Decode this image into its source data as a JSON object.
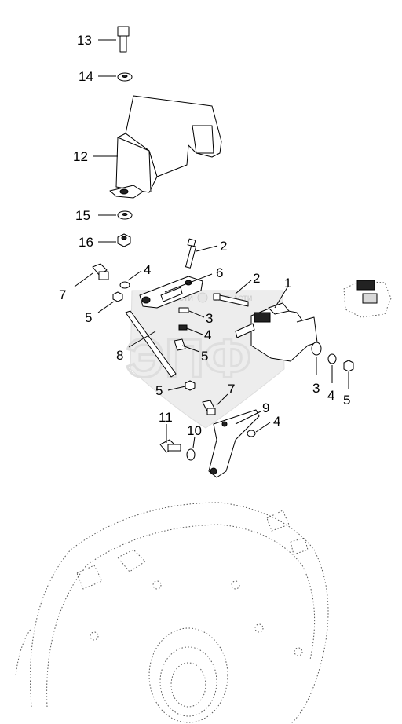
{
  "callouts": {
    "c13": "13",
    "c14": "14",
    "c12": "12",
    "c15": "15",
    "c16": "16",
    "c2a": "2",
    "c7a": "7",
    "c4a": "4",
    "c6": "6",
    "c2b": "2",
    "c1": "1",
    "c5a": "5",
    "c3a": "3",
    "c4b": "4",
    "c8": "8",
    "c5b": "5",
    "c3b": "3",
    "c4c": "4",
    "c5c": "5",
    "c5d": "5",
    "c7b": "7",
    "c9": "9",
    "c4d": "4",
    "c11": "11",
    "c10": "10"
  },
  "watermark": {
    "emblem_text_left": "ЧАСТИ",
    "emblem_text_right": "ЗАПЧАСТИ",
    "big_letters": "ЭПФ"
  }
}
